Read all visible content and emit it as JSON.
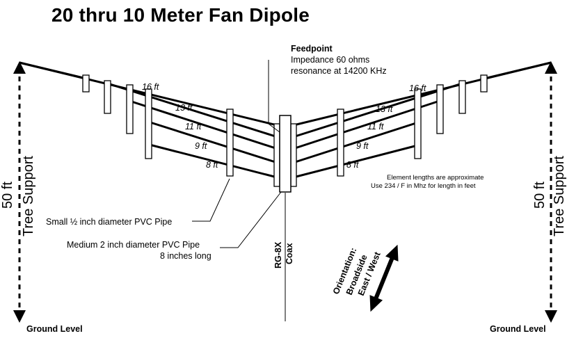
{
  "title": "20 thru 10 Meter Fan Dipole",
  "feedpoint": {
    "heading": "Feedpoint",
    "impedance": "Impedance 60 ohms",
    "resonance": "resonance at 14200 KHz"
  },
  "element_lengths": [
    "16 ft",
    "13 ft",
    "11 ft",
    "9 ft",
    "8 ft"
  ],
  "note": {
    "line1": "Element lengths are approximate",
    "line2": "Use 234 / F in Mhz for length in feet"
  },
  "pvc": {
    "small": "Small ½ inch diameter PVC Pipe",
    "medium_line1": "Medium 2 inch diameter PVC Pipe",
    "medium_line2": "8 inches long"
  },
  "coax": {
    "line1": "RG-8X",
    "line2": "Coax"
  },
  "orientation": {
    "line1": "Orientation:",
    "line2": "Broadside",
    "line3": "East / West"
  },
  "support": {
    "height": "50 ft",
    "label": "Tree Support"
  },
  "ground": "Ground Level"
}
